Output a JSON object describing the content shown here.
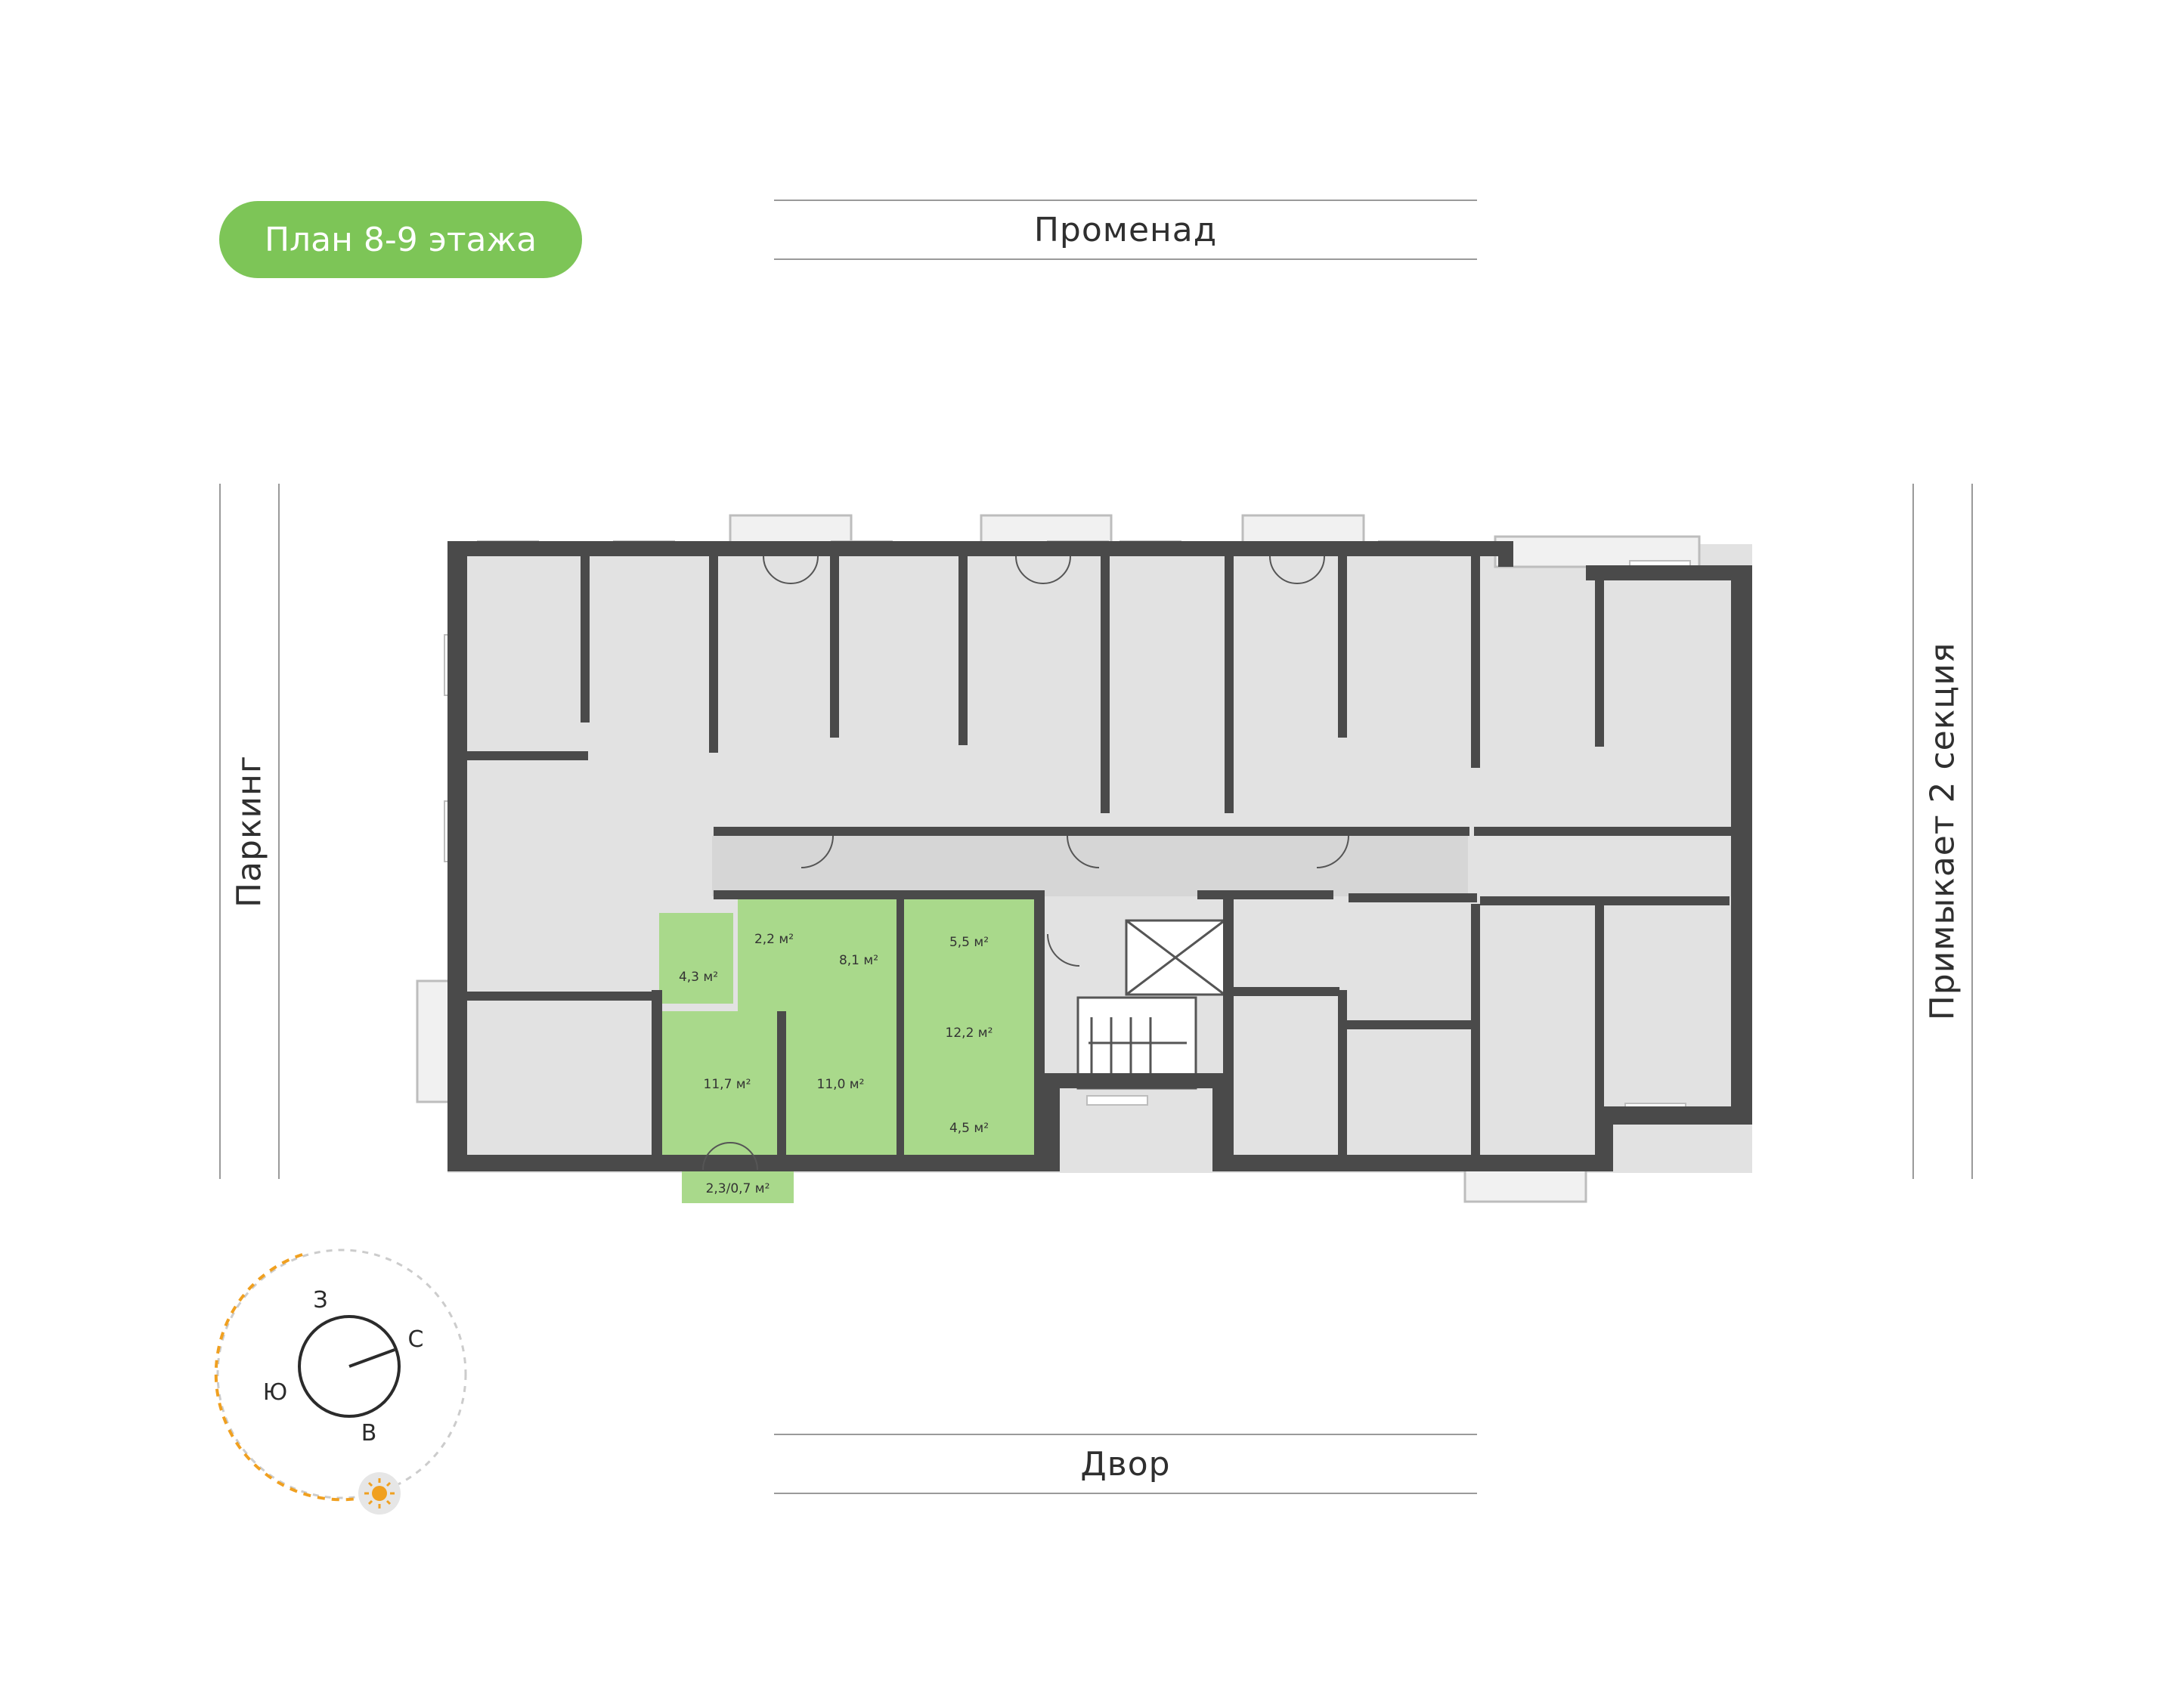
{
  "title": "План 8-9 этажа",
  "streets": {
    "top": "Променад",
    "bottom": "Двор",
    "left": "Паркинг",
    "right": "Примыкает 2 секция"
  },
  "colors": {
    "accent": "#7dc557",
    "highlight": "#a9d98b",
    "wall": "#4a4a4a",
    "room": "#e2e2e2",
    "sun": "#f0a020"
  },
  "highlighted_apartment": {
    "rooms": [
      {
        "id": "bath",
        "label": "4,3 м²"
      },
      {
        "id": "wc",
        "label": "2,2 м²"
      },
      {
        "id": "hall",
        "label": "8,1 м²"
      },
      {
        "id": "kitchen",
        "label": "5,5 м²"
      },
      {
        "id": "living",
        "label": "12,2 м²"
      },
      {
        "id": "dining",
        "label": "4,5 м²"
      },
      {
        "id": "bed1",
        "label": "11,7 м²"
      },
      {
        "id": "bed2",
        "label": "11,0 м²"
      },
      {
        "id": "balcony",
        "label": "2,3/0,7 м²"
      }
    ]
  },
  "compass": {
    "west": "З",
    "north": "С",
    "south": "Ю",
    "east": "В",
    "sun_icon": "sun-icon"
  }
}
